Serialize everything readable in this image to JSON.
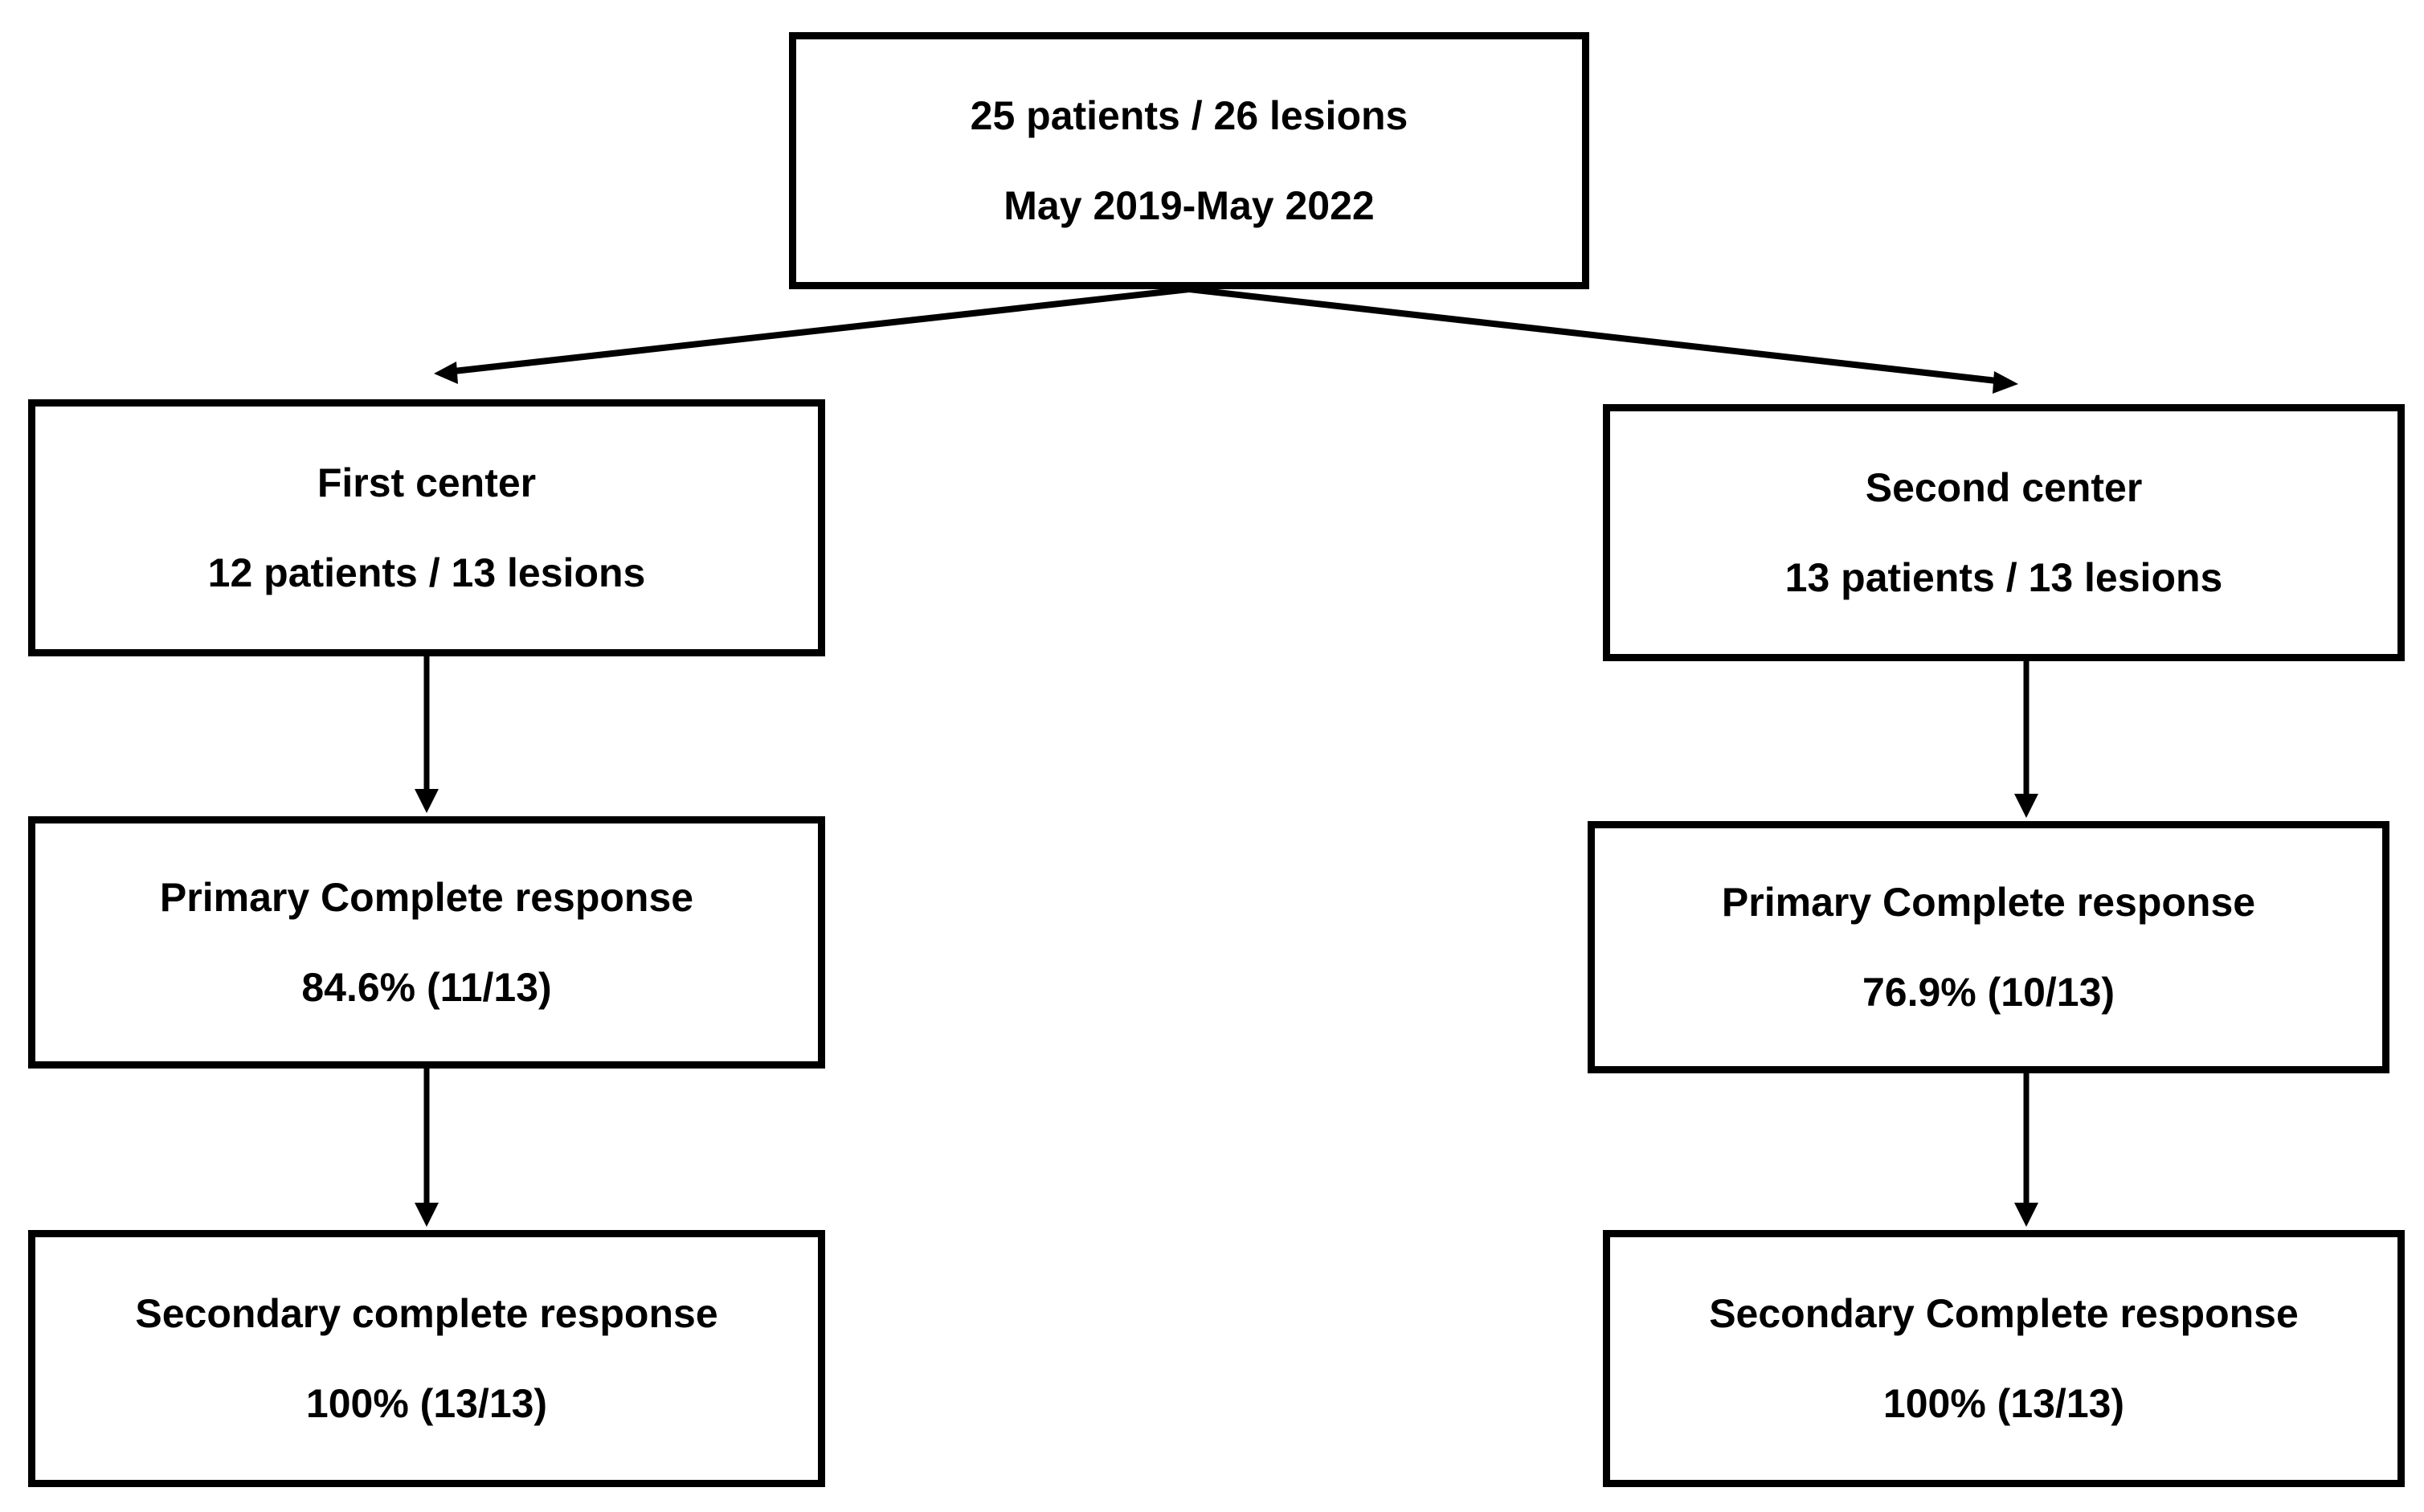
{
  "flowchart": {
    "root": {
      "line1": "25 patients / 26 lesions",
      "line2": "May 2019-May 2022"
    },
    "first_center": {
      "group": {
        "line1": "First center",
        "line2": "12 patients / 13 lesions"
      },
      "primary_response": {
        "line1": "Primary Complete response",
        "line2": "84.6% (11/13)"
      },
      "secondary_response": {
        "line1": "Secondary complete response",
        "line2": "100% (13/13)"
      }
    },
    "second_center": {
      "group": {
        "line1": "Second center",
        "line2": "13 patients / 13 lesions"
      },
      "primary_response": {
        "line1": "Primary Complete response",
        "line2": "76.9% (10/13)"
      },
      "secondary_response": {
        "line1": "Secondary Complete response",
        "line2": "100% (13/13)"
      }
    }
  },
  "colors": {
    "border": "#000000",
    "background": "#ffffff",
    "text": "#000000"
  }
}
